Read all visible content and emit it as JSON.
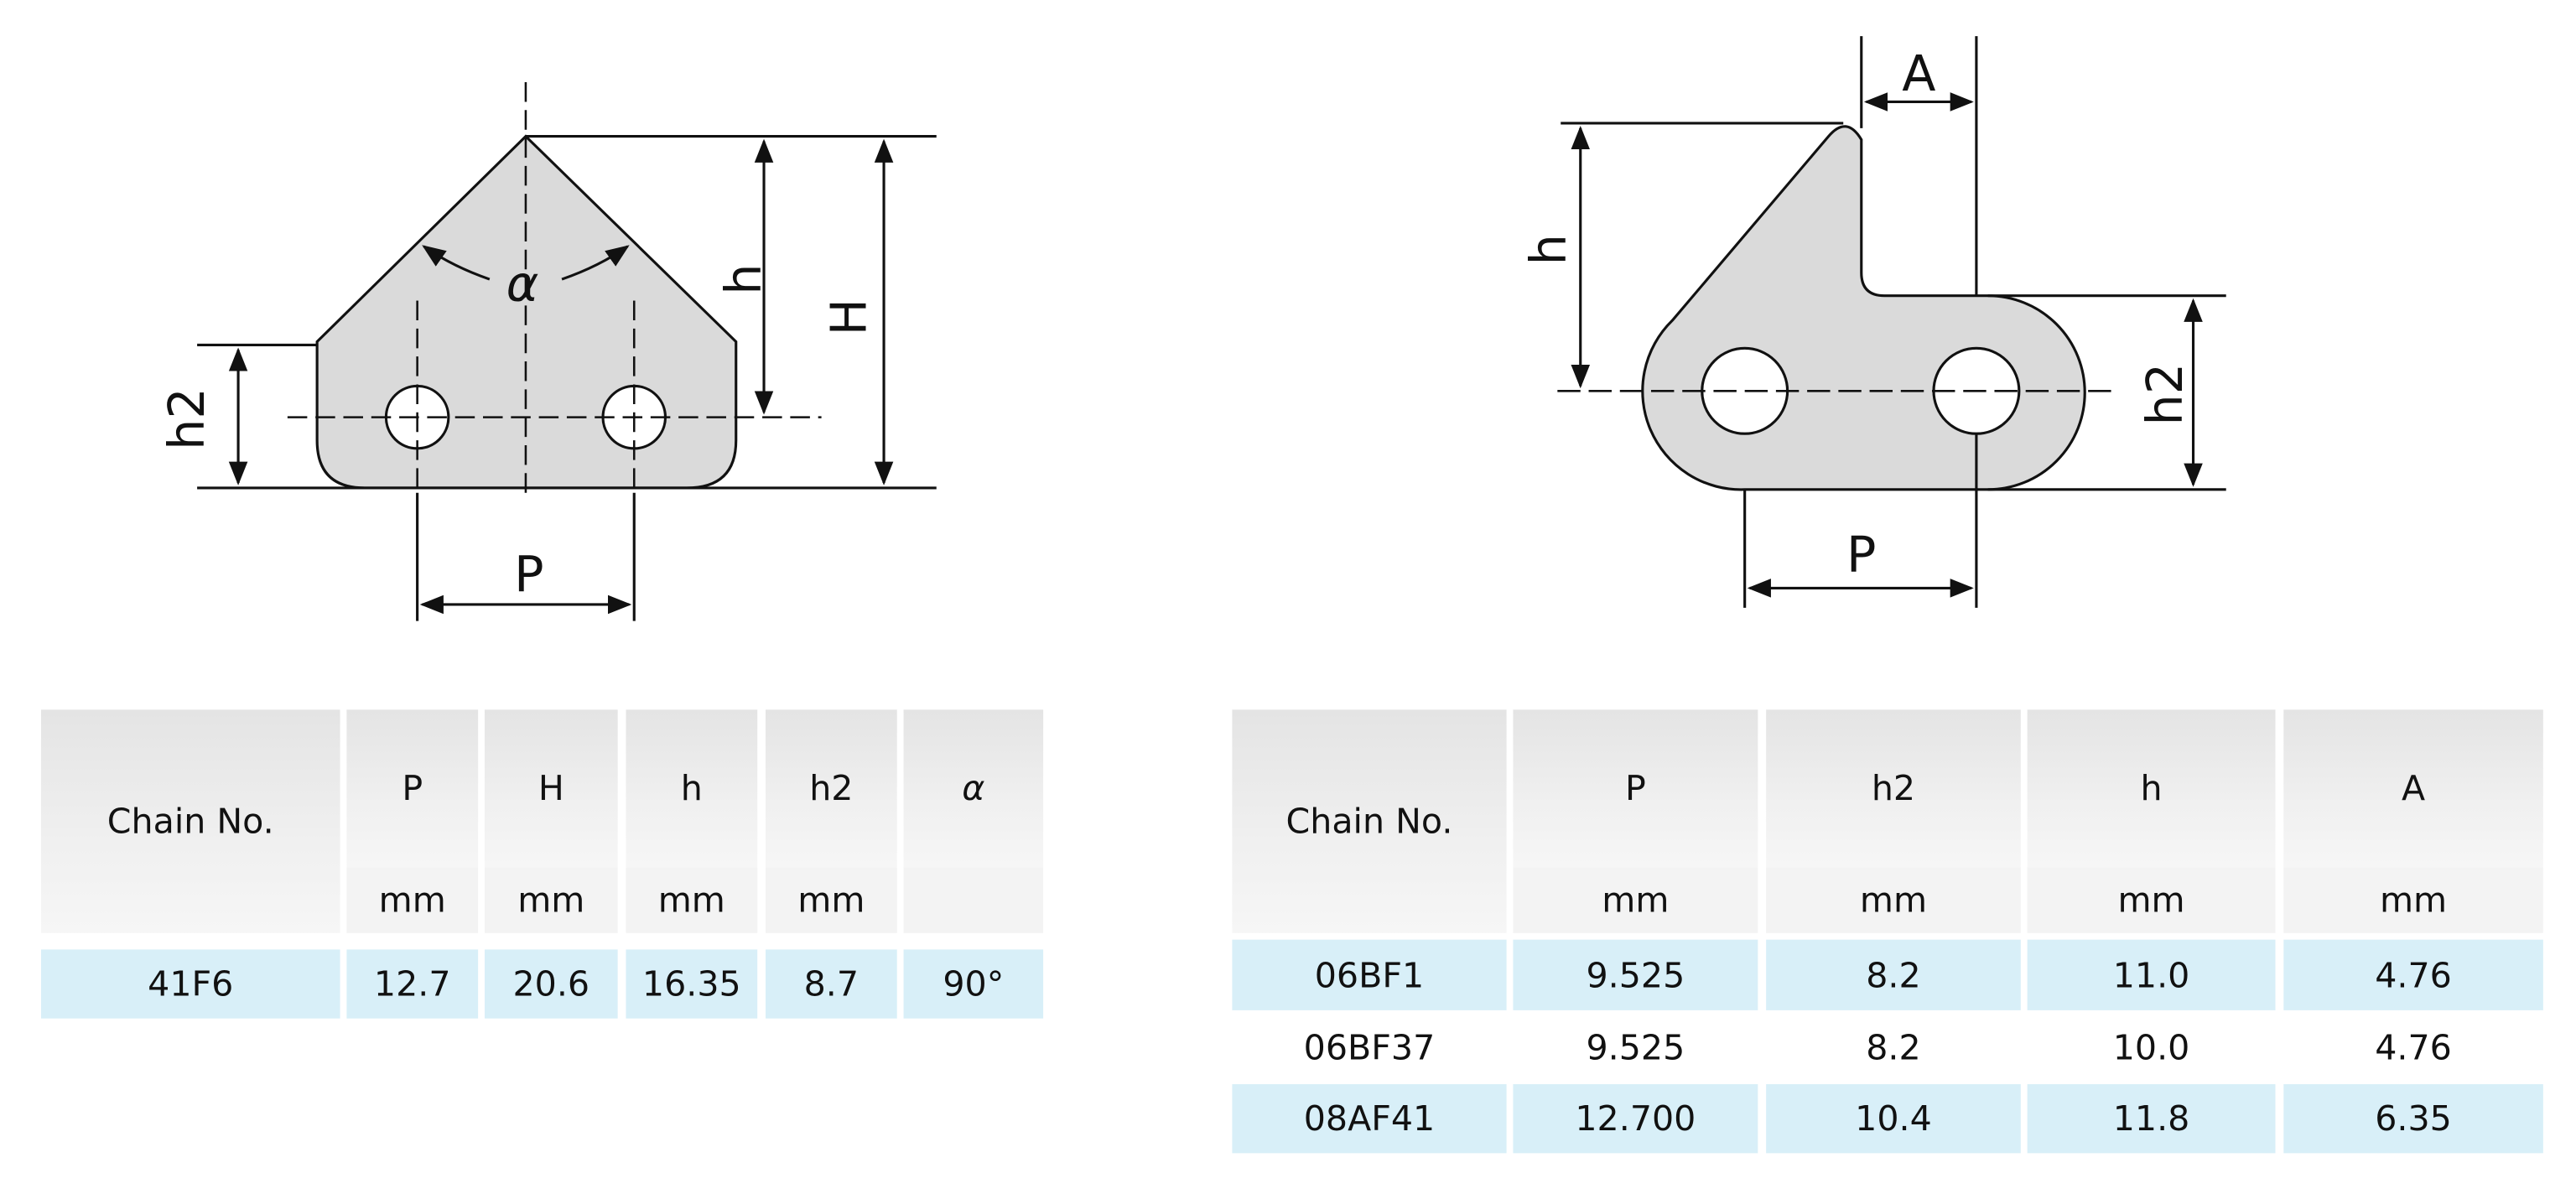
{
  "left_diagram": {
    "labels": {
      "alpha": "α",
      "h": "h",
      "H": "H",
      "h2": "h2",
      "P": "P"
    }
  },
  "right_diagram": {
    "labels": {
      "A": "A",
      "h": "h",
      "h2": "h2",
      "P": "P"
    }
  },
  "left_table": {
    "headers": [
      "Chain No.",
      "P",
      "H",
      "h",
      "h2",
      "α"
    ],
    "units": [
      "",
      "mm",
      "mm",
      "mm",
      "mm",
      ""
    ],
    "rows": [
      [
        "41F6",
        "12.7",
        "20.6",
        "16.35",
        "8.7",
        "90°"
      ]
    ]
  },
  "right_table": {
    "headers": [
      "Chain No.",
      "P",
      "h2",
      "h",
      "A"
    ],
    "units": [
      "",
      "mm",
      "mm",
      "mm",
      "mm"
    ],
    "rows": [
      [
        "06BF1",
        "9.525",
        "8.2",
        "11.0",
        "4.76"
      ],
      [
        "06BF37",
        "9.525",
        "8.2",
        "10.0",
        "4.76"
      ],
      [
        "08AF41",
        "12.700",
        "10.4",
        "11.8",
        "6.35"
      ]
    ]
  },
  "colors": {
    "row_highlight": "#d8eff8",
    "header_gray": "#e8e8e8",
    "part_fill": "#dcdcdc"
  }
}
